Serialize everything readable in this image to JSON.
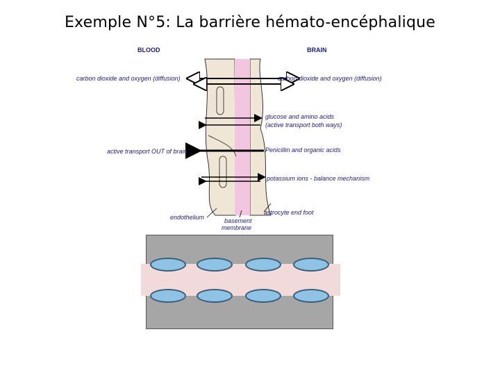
{
  "title": "Exemple N°5: La barrière hémato-encéphalique",
  "diagram": {
    "blood_label": "BLOOD",
    "brain_label": "BRAIN",
    "labels": {
      "co2_o2_left": "carbon dioxide and oxygen (diffusion)",
      "co2_o2_right": "carbon dioxide and oxygen (diffusion)",
      "glucose_line1": "glucose and amino acids",
      "glucose_line2": "(active transport both ways)",
      "active_out": "active transport OUT of brain",
      "penicillin": "Penicillin and organic acids",
      "potassium": "potassium ions - balance mechanism",
      "endothelium": "endothelium",
      "basement_line1": "basement",
      "basement_line2": "membrane",
      "astrocyte": "astrocyte end foot"
    },
    "colors": {
      "membrane": "#f2c6e0",
      "tissue": "#f0e6d6",
      "cell_fill": "#8ec3e6",
      "cell_border": "#3a5d78",
      "box": "#a6a6a6",
      "band": "#f3dada"
    }
  }
}
